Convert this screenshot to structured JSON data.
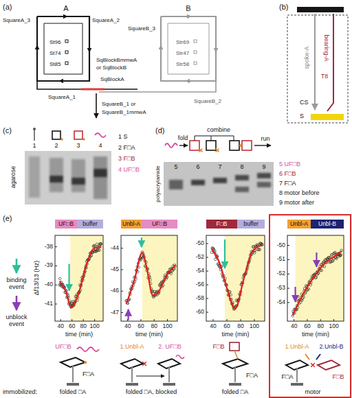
{
  "diagram": {
    "nodes": [
      {
        "text": [
          "UF□B"
        ]
      },
      {
        "text": [
          "buffer"
        ]
      },
      {
        "text": [
          "Unbl-A"
        ]
      },
      {
        "text": [
          "UF□B"
        ]
      },
      {
        "text": [
          "F□B"
        ]
      },
      {
        "text": [
          "buffer"
        ]
      },
      {
        "text": [
          "Unbl-A"
        ]
      },
      {
        "text": [
          "Unbl-B"
        ]
      }
    ],
    "labels": [
      "(a)",
      "A",
      "SquareA_3",
      "SquareA_2",
      "SquareB_3",
      "B",
      "St96",
      "St74",
      "St85",
      "SqBlockBmmwA",
      "or SqBlockB",
      "SqBlockA",
      "Str69",
      "Str47",
      "Str58",
      "SquareA_1",
      "SquareB_1 or",
      "SquareB_1mmwA",
      "SquareB_2",
      "(b)",
      "spoke-A",
      "bearing-A",
      "T8",
      "CS",
      "S",
      "(c)",
      "agarose",
      "1",
      "2",
      "3",
      "4",
      "1 S",
      "2 F□A",
      "3 F□B",
      "4 UF□B",
      "(d)",
      "combine",
      "fold",
      "run",
      "polyacrylamide",
      "5",
      "6",
      "7",
      "8",
      "9",
      "5 UF□B",
      "6 F□B",
      "7 F□A",
      "8 motor before",
      "9 motor after",
      "(e)",
      "binding event",
      "unblock event",
      "Δf13/13 (Hz)",
      "-38",
      "-39",
      "-40",
      "-41",
      "40",
      "60",
      "80",
      "100",
      "time (min)",
      "-44",
      "-45",
      "-46",
      "-47",
      "40",
      "60",
      "80",
      "100",
      "time (min)",
      "-50",
      "-52",
      "-54",
      "-56",
      "-58",
      "-60",
      "40",
      "60",
      "80",
      "100",
      "time (min)",
      "-50",
      "-51",
      "-52",
      "-53",
      "-54",
      "40",
      "60",
      "80",
      "100",
      "time (min)",
      "UF□B",
      "F□A",
      "folded □A",
      "1.Unbl-A",
      "2. UF□B",
      "folded □A, blocked",
      "F□B",
      "F□A",
      "folded □A",
      "1.Unbl-A",
      "2.Unbl-B",
      "F□A",
      "F□B",
      "motor",
      "immobilized:"
    ]
  }
}
